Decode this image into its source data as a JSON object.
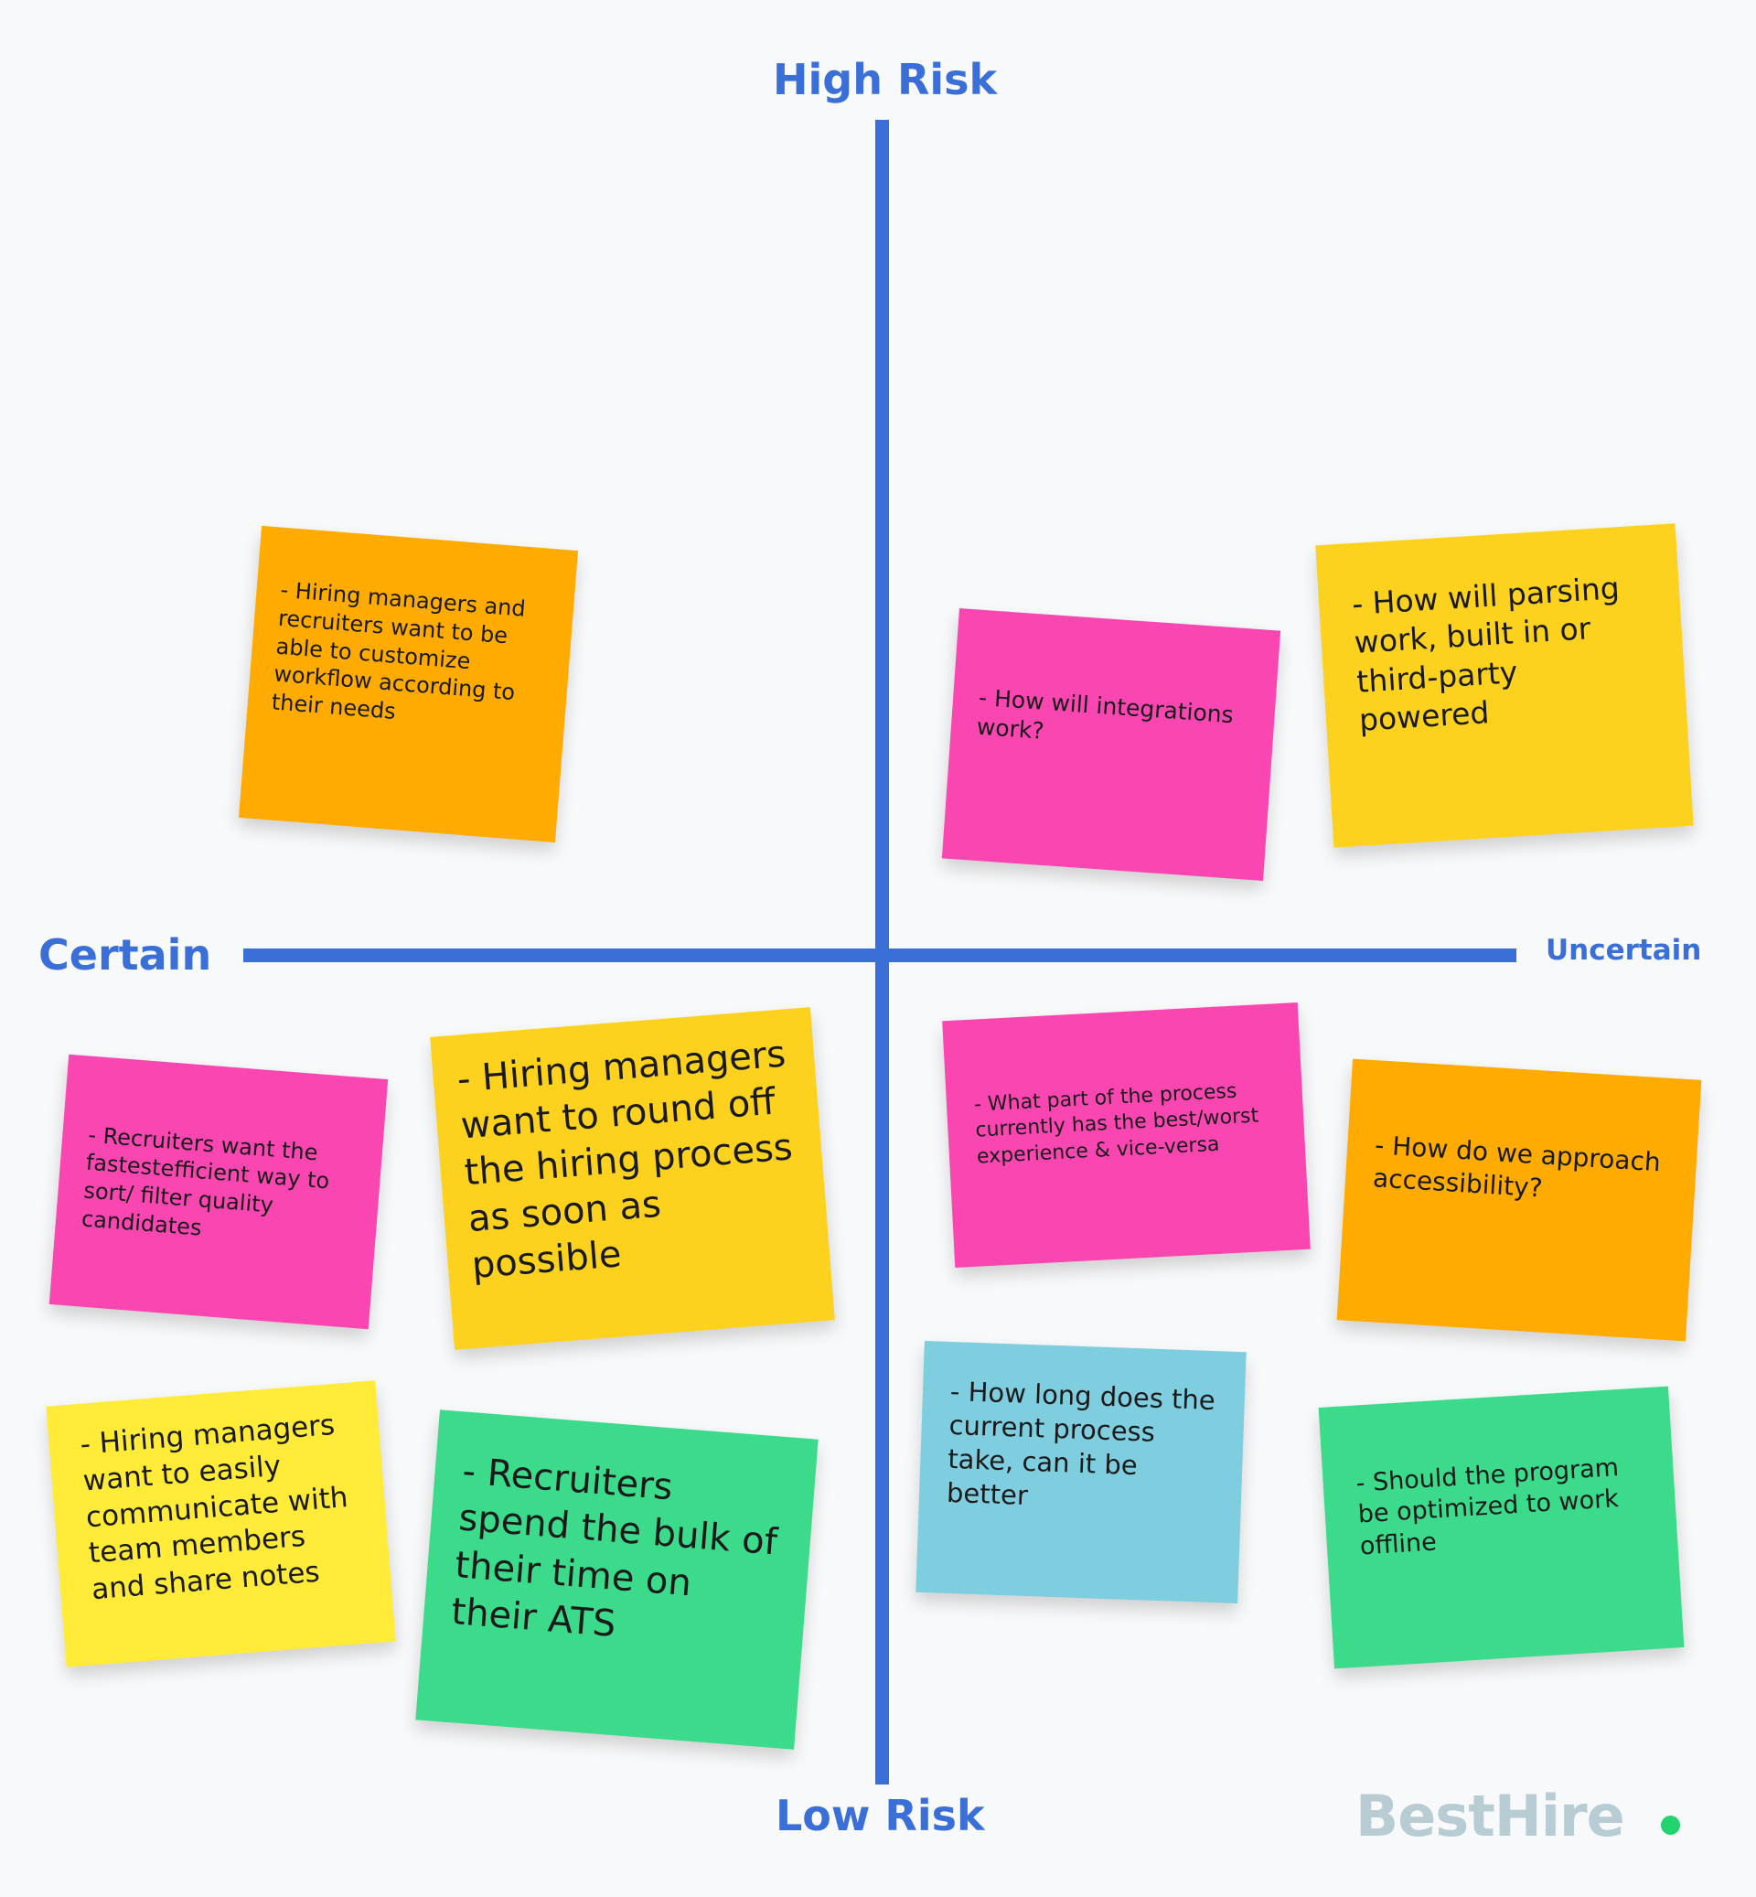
{
  "axes": {
    "top": "High Risk",
    "bottom": "Low Risk",
    "left": "Certain",
    "right": "Uncertain",
    "color": "#3b6fd8"
  },
  "notes": [
    {
      "id": "n1",
      "color": "#ffab02",
      "text": "- Hiring managers and recruiters want to be able to customize workflow according to their needs"
    },
    {
      "id": "n2",
      "color": "#f946b1",
      "text": "- How will integrations work?"
    },
    {
      "id": "n3",
      "color": "#fdd21f",
      "text": "- How will parsing work, built in or third-party powered"
    },
    {
      "id": "n4",
      "color": "#f946b1",
      "text": "- Recruiters want the fastestefficient way to sort/ filter quality candidates"
    },
    {
      "id": "n5",
      "color": "#fdd21f",
      "text": "- Hiring managers want to round off the hiring process as soon as possible"
    },
    {
      "id": "n6",
      "color": "#f946b1",
      "text": "- What part of the process currently has the best/worst experience & vice-versa"
    },
    {
      "id": "n7",
      "color": "#ffab02",
      "text": "- How do we approach accessibility?"
    },
    {
      "id": "n8",
      "color": "#ffeb38",
      "text": "- Hiring managers want to easily communicate with team members and share notes"
    },
    {
      "id": "n9",
      "color": "#3bdb8b",
      "text": "- Recruiters spend the bulk of their time on their ATS"
    },
    {
      "id": "n10",
      "color": "#7fcee0",
      "text": "- How long does the current process take, can it be better"
    },
    {
      "id": "n11",
      "color": "#3bdb8b",
      "text": "- Should the program be optimized to work offline"
    }
  ],
  "logo": {
    "text": "BestHire",
    "color": "#b8ccd3",
    "dot_color": "#22d46e"
  }
}
